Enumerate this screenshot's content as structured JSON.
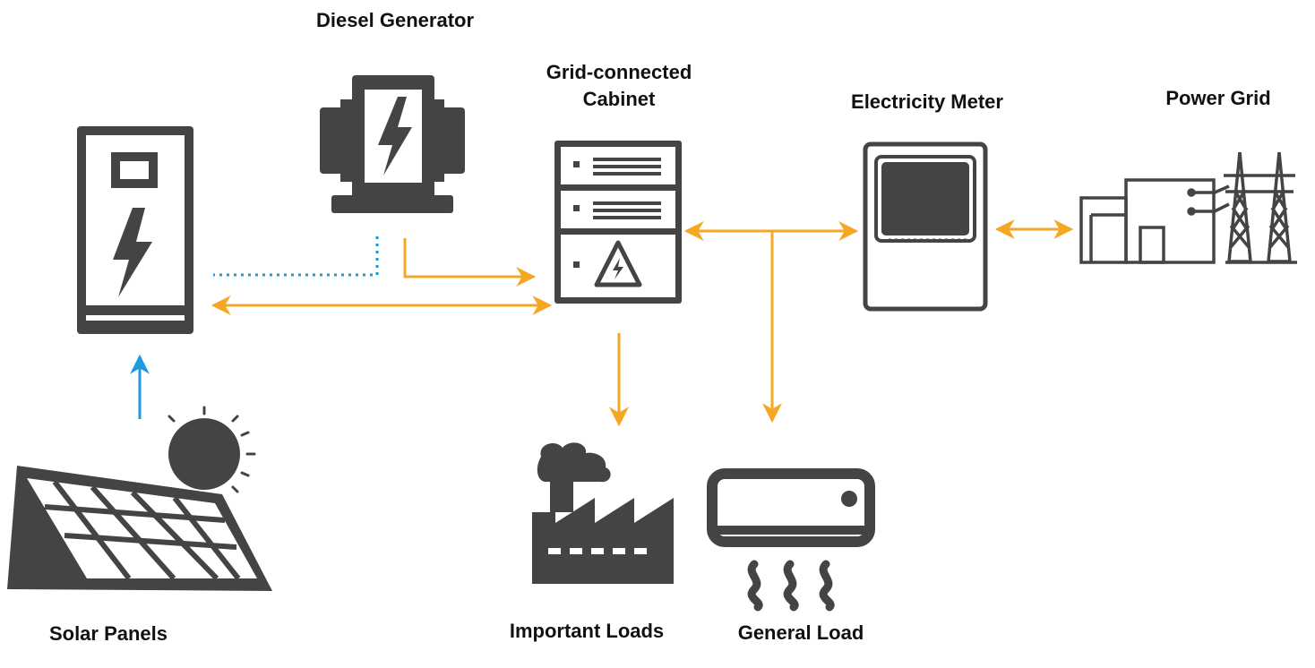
{
  "labels": {
    "diesel_generator": "Diesel Generator",
    "cabinet_line1": "Grid-connected",
    "cabinet_line2": "Cabinet",
    "electricity_meter": "Electricity Meter",
    "power_grid": "Power Grid",
    "solar_panels": "Solar Panels",
    "important_loads": "Important Loads",
    "general_load": "General Load"
  },
  "colors": {
    "icon": "#444444",
    "ac_flow": "#F5A623",
    "dc_flow": "#1E9BE0"
  },
  "icons": {
    "inverter": "inverter-cabinet-icon",
    "generator": "diesel-generator-icon",
    "cabinet": "grid-cabinet-icon",
    "meter": "electricity-meter-icon",
    "grid": "power-grid-icon",
    "solar": "solar-panel-icon",
    "factory": "factory-icon",
    "ac_unit": "air-conditioner-icon"
  }
}
